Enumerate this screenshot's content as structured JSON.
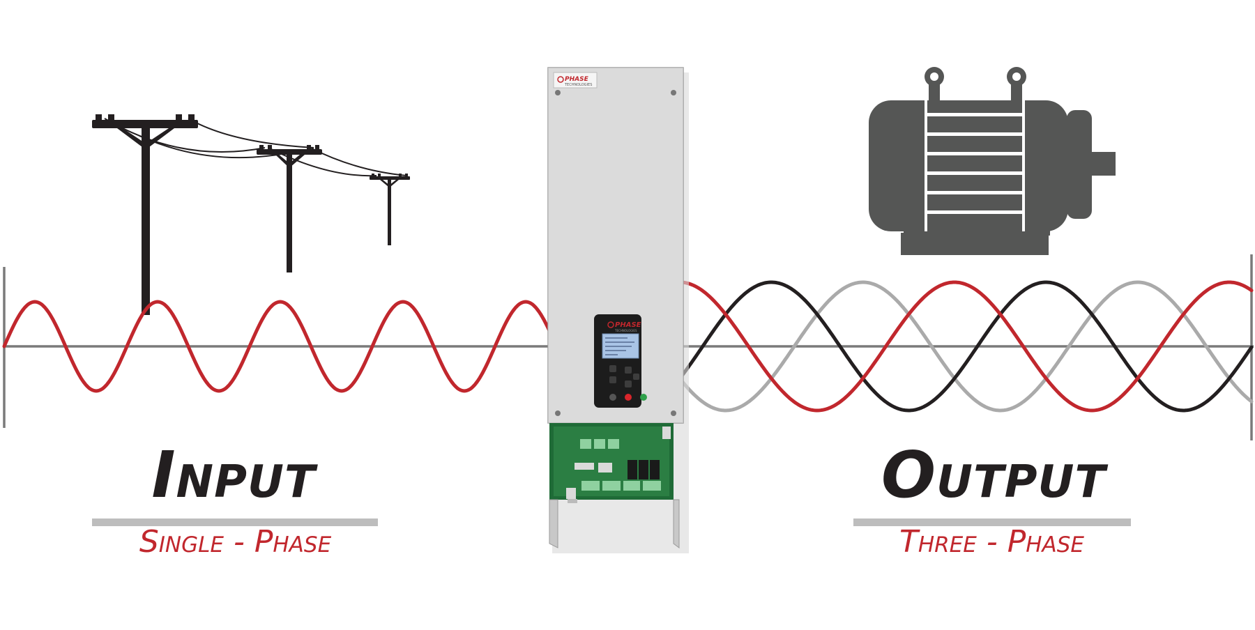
{
  "input": {
    "heading": "Input",
    "subheading": "Single - Phase",
    "icon": "utility-pole-icon"
  },
  "output": {
    "heading": "Output",
    "subheading": "Three - Phase",
    "icon": "electric-motor-icon"
  },
  "converter": {
    "brand": "PHASE",
    "brand_sub": "TECHNOLOGIES",
    "panel_brand": "PHASE",
    "panel_brand_sub": "TECHNOLOGIES"
  },
  "colors": {
    "accent_red": "#c1272d",
    "phase_black": "#231f20",
    "phase_gray": "#aaaaaa",
    "axis_gray": "#7a7a7a",
    "motor_gray": "#555655",
    "heading": "#231f20"
  }
}
